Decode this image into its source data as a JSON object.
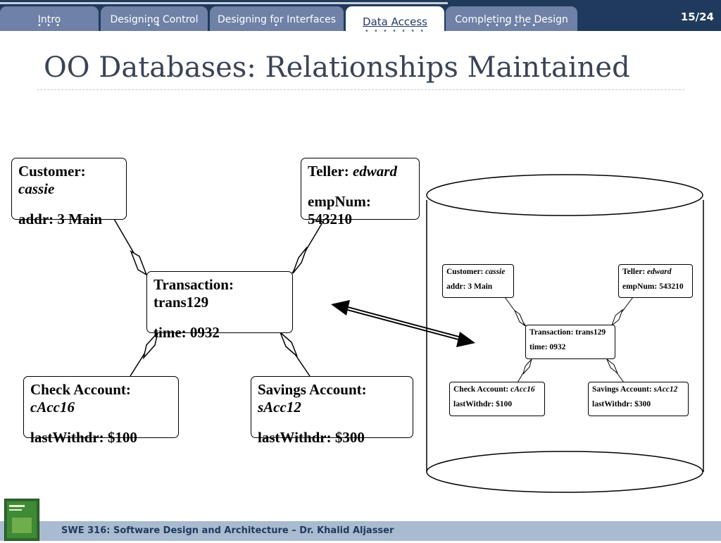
{
  "nav": {
    "tabs": [
      {
        "label": "Intro",
        "dots": "• • •"
      },
      {
        "label": "Designing Control",
        "dots": "• •"
      },
      {
        "label": "Designing for Interfaces",
        "dots": "•"
      },
      {
        "label": "Data Access",
        "dots": "• • • • • • •"
      },
      {
        "label": "Completing the Design",
        "dots": "• • • • • •"
      }
    ],
    "active_tab": "Data Access",
    "page_number": "15/24"
  },
  "slide": {
    "title": "OO Databases: Relationships Maintained"
  },
  "objects": {
    "customer": {
      "label": "Customer:",
      "name": "cassie",
      "field": "addr: 3 Main"
    },
    "teller": {
      "label": "Teller:",
      "name": "edward",
      "field": "empNum: 543210"
    },
    "transaction": {
      "line1": "Transaction: trans129",
      "line2": "time: 0932"
    },
    "check": {
      "label": "Check Account:",
      "name": "cAcc16",
      "field": "lastWithdr: $100"
    },
    "savings": {
      "label": "Savings Account:",
      "name": "sAcc12",
      "field": "lastWithdr: $300"
    }
  },
  "footer": {
    "text": "SWE 316: Software Design and Architecture – Dr. Khalid Aljasser"
  }
}
